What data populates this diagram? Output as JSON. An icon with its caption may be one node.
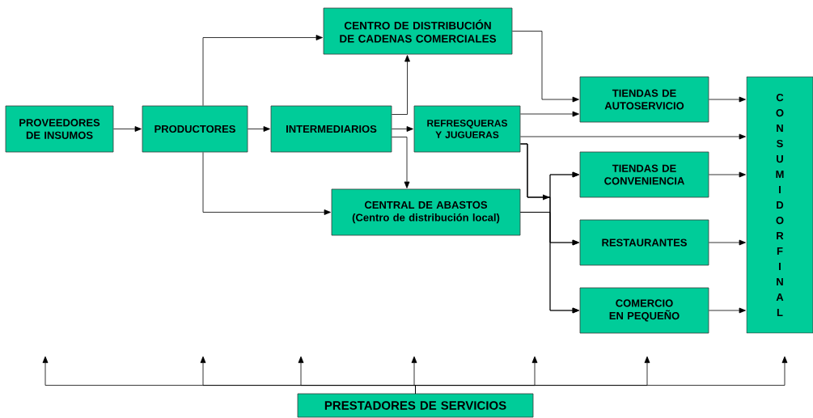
{
  "diagram": {
    "nodes": [
      {
        "text": [
          "PROVEEDORES DE INSUMOS"
        ]
      },
      {
        "text": [
          "PRODUCTORES"
        ]
      },
      {
        "text": [
          "INTERMEDIARIOS"
        ]
      },
      {
        "text": [
          "CENTRO DE DISTRIBUCIÓN DE CADENAS COMERCIALES"
        ]
      },
      {
        "text": [
          "REFRESQUERAS Y JUGUERAS"
        ]
      },
      {
        "text": [
          "CENTRAL DE ABASTOS",
          "(Centro de distribución local)"
        ]
      },
      {
        "text": [
          "TIENDAS DE AUTOSERVICIO"
        ]
      },
      {
        "text": [
          "TIENDAS DE CONVENIENCIA"
        ]
      },
      {
        "text": [
          "RESTAURANTES"
        ]
      },
      {
        "text": [
          "COMERCIO EN PEQUEÑO"
        ]
      },
      {
        "text": [
          "CONSUMIDOR FINAL"
        ]
      },
      {
        "text": [
          "PRESTADORES DE SERVICIOS"
        ]
      }
    ],
    "edges": [
      {
        "from": 0,
        "to": 1,
        "arrow": "to"
      },
      {
        "from": 1,
        "to": 2,
        "arrow": "to"
      },
      {
        "from": 1,
        "to": 3,
        "arrow": "to"
      },
      {
        "from": 1,
        "to": 5,
        "arrow": "to"
      },
      {
        "from": 2,
        "to": 3,
        "arrow": "to"
      },
      {
        "from": 2,
        "to": 4,
        "arrow": "to"
      },
      {
        "from": 2,
        "to": 5,
        "arrow": "to"
      },
      {
        "from": 3,
        "to": 6,
        "arrow": "to"
      },
      {
        "from": 4,
        "to": 6,
        "arrow": "to"
      },
      {
        "from": 4,
        "to": 10,
        "arrow": "to"
      },
      {
        "from": 4,
        "to": 7,
        "arrow": "to"
      },
      {
        "from": 4,
        "to": 8,
        "arrow": "to"
      },
      {
        "from": 4,
        "to": 9,
        "arrow": "to"
      },
      {
        "from": 5,
        "to": 7,
        "arrow": "to"
      },
      {
        "from": 5,
        "to": 8,
        "arrow": "to"
      },
      {
        "from": 5,
        "to": 9,
        "arrow": "to"
      },
      {
        "from": 6,
        "to": 10,
        "arrow": "to"
      },
      {
        "from": 7,
        "to": 10,
        "arrow": "to"
      },
      {
        "from": 8,
        "to": 10,
        "arrow": "to"
      },
      {
        "from": 9,
        "to": 10,
        "arrow": "to"
      },
      {
        "from": 11,
        "to": null,
        "arrow": "to"
      },
      {
        "from": 11,
        "to": null,
        "arrow": "to"
      },
      {
        "from": 11,
        "to": null,
        "arrow": "to"
      },
      {
        "from": 11,
        "to": null,
        "arrow": "to"
      },
      {
        "from": 11,
        "to": null,
        "arrow": "to"
      },
      {
        "from": 11,
        "to": null,
        "arrow": "to"
      },
      {
        "from": 11,
        "to": null,
        "arrow": "to"
      }
    ]
  }
}
